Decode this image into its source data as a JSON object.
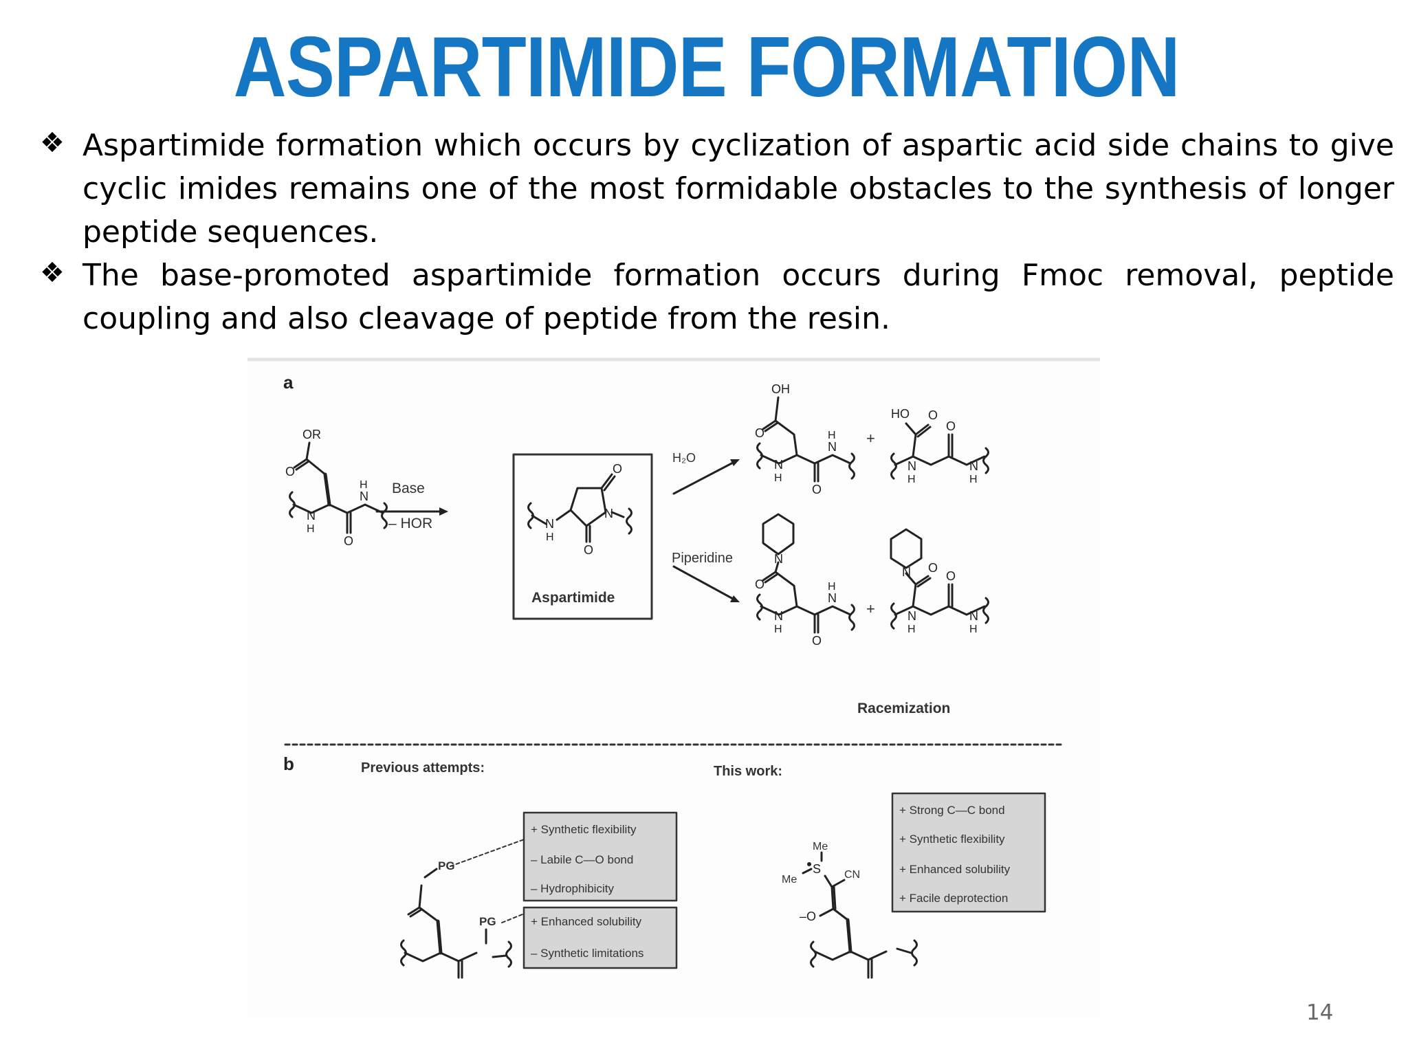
{
  "slide": {
    "title": "ASPARTIMIDE FORMATION",
    "page_number": "14"
  },
  "bullets": [
    {
      "icon": "diamond-bullet-icon",
      "text": "Aspartimide formation which occurs by cyclization of aspartic acid side chains to give cyclic imides remains one of the most formidable obstacles to the synthesis of longer peptide sequences."
    },
    {
      "icon": "diamond-bullet-icon",
      "text": "The base-promoted aspartimide formation occurs during Fmoc removal, peptide coupling and also cleavage of peptide from the resin."
    }
  ],
  "figure": {
    "panel_a": {
      "label": "a",
      "reagent_top": "Base",
      "reagent_bottom": "– HOR",
      "box_label": "Aspartimide",
      "path1_label": "H₂O",
      "path2_label": "Piperidine",
      "plus": "+",
      "footer": "Racemization",
      "atoms": {
        "or": "OR",
        "oh": "OH",
        "ho": "HO",
        "o": "O",
        "n": "N",
        "h": "H"
      }
    },
    "panel_b": {
      "label": "b",
      "left_heading": "Previous attempts:",
      "right_heading": "This work:",
      "left_box1": [
        "+ Synthetic flexibility",
        "– Labile C—O bond",
        "– Hydrophibicity"
      ],
      "left_box2": [
        "+ Enhanced solubility",
        "– Synthetic limitations"
      ],
      "right_box": [
        "+ Strong C—C bond",
        "+ Synthetic flexibility",
        "+ Enhanced solubility",
        "+ Facile deprotection"
      ],
      "atoms": {
        "pg": "PG",
        "me": "Me",
        "s": "S",
        "cn": "CN",
        "o_minus": "–O"
      }
    }
  }
}
